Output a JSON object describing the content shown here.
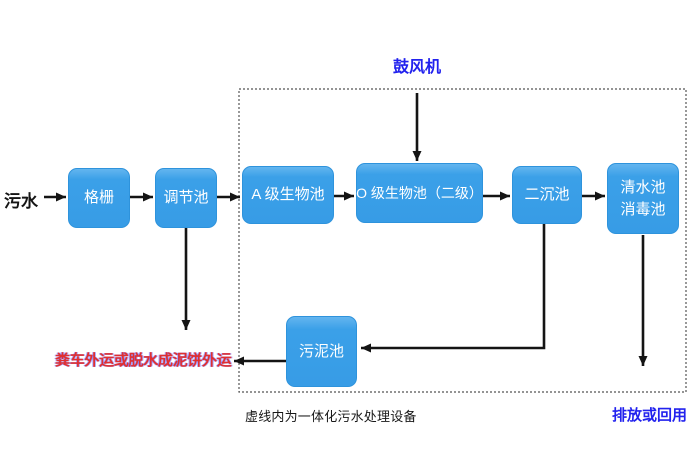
{
  "diagram": {
    "influent_label": "污水",
    "blower_label": "鼓风机",
    "nodes": {
      "grid": "格栅",
      "regulating": "调节池",
      "a_bio": "A 级生物池",
      "o_bio": "O 级生物池（二级）",
      "secondary_sedimentation": "二沉池",
      "clearwater_line1": "清水池",
      "clearwater_line2": "消毒池",
      "sludge": "污泥池"
    },
    "sludge_disposal_label": "粪车外运或脱水成泥饼外运",
    "discharge_label": "排放或回用",
    "caption": "虚线内为一体化污水处理设备",
    "colors": {
      "node_fill": "#3BA0E8",
      "node_border": "#2E93DC",
      "node_text": "#FFFFFF",
      "blue_label": "#2222EE",
      "red_label": "#E03030",
      "arrow": "#141414",
      "dashed_boundary": "#555555"
    }
  }
}
